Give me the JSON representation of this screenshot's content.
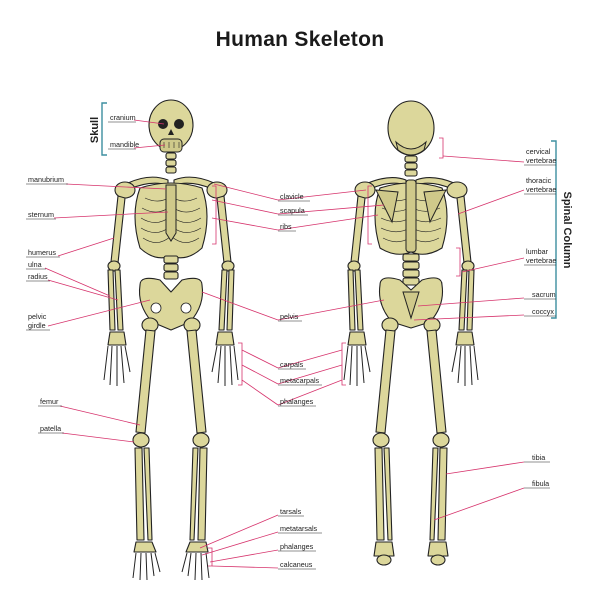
{
  "title": "Human Skeleton",
  "groups": {
    "skull": "Skull",
    "spinal_column": "Spinal Column"
  },
  "labels_left": [
    "manubrium",
    "sternum",
    "humerus",
    "ulna",
    "radius",
    "pelvic",
    "girdle",
    "femur",
    "patella"
  ],
  "labels_skull": [
    "cranium",
    "mandible"
  ],
  "labels_center": [
    "clavicle",
    "scapula",
    "ribs",
    "pelvis",
    "carpals",
    "metacarpals",
    "phalanges",
    "tarsals",
    "metatarsals",
    "phalanges",
    "calcaneus"
  ],
  "labels_right": [
    "cervical",
    "vertebrae",
    "thoracic",
    "vertebrae",
    "lumbar",
    "vertebrae",
    "sacrum",
    "coccyx",
    "tibia",
    "fibula"
  ],
  "colors": {
    "bone": "#dcd79b",
    "leader": "#d6336c",
    "bracket": "#3d8fa0",
    "outline": "#222222"
  }
}
